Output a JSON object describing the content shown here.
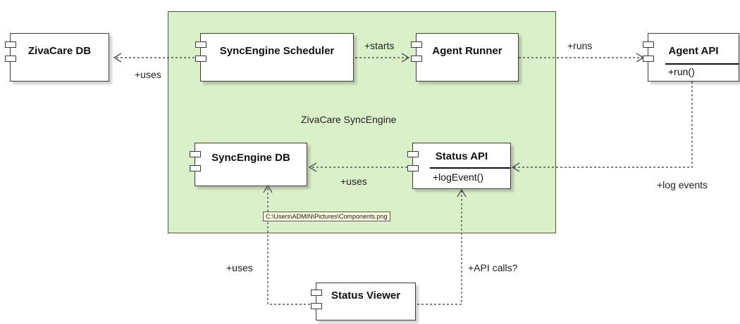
{
  "diagram": {
    "container_label": "ZivaCare SyncEngine",
    "components": {
      "zivacare_db": "ZivaCare DB",
      "scheduler": "SyncEngine Scheduler",
      "agent_runner": "Agent Runner",
      "agent_api": "Agent API",
      "agent_api_op": "+run()",
      "syncengine_db": "SyncEngine DB",
      "status_api": "Status API",
      "status_api_op": "+logEvent()",
      "status_viewer": "Status Viewer"
    },
    "edge_labels": {
      "uses_zivacare": "+uses",
      "starts": "+starts",
      "runs": "+runs",
      "uses_syncengine": "+uses",
      "log_events": "+log events",
      "uses_viewer": "+uses",
      "api_calls": "+API calls?"
    },
    "tooltip": "C:\\Users\\ADMIN\\Pictures\\Components.png",
    "colors": {
      "container_fill": "#daf0c8",
      "component_fill": "#ffffff",
      "border": "#3c3c3c",
      "connector": "#555555"
    }
  }
}
